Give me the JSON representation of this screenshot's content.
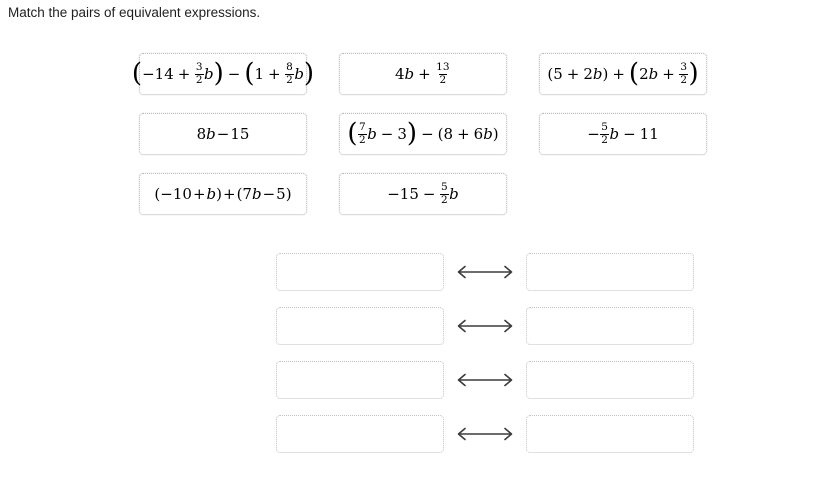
{
  "prompt": {
    "text": "Match the pairs of equivalent expressions."
  },
  "expression_tiles": {
    "rows": [
      [
        {
          "id": "tile-1",
          "plain_text": "(-14 + 3/2 b) - (1 + 8/2 b)",
          "parts": {
            "open1": "(",
            "term1": "−14",
            "op1": "+",
            "frac1_num": "3",
            "frac1_den": "2",
            "var1": "b",
            "close1": ")",
            "op2": "−",
            "open2": "(",
            "term2": "1",
            "op3": "+",
            "frac2_num": "8",
            "frac2_den": "2",
            "var2": "b",
            "close2": ")"
          }
        },
        {
          "id": "tile-2",
          "plain_text": "4b + 13/2",
          "parts": {
            "term1": "4",
            "var1": "b",
            "op1": "+",
            "frac1_num": "13",
            "frac1_den": "2"
          }
        },
        {
          "id": "tile-3",
          "plain_text": "(5 + 2b) + (2b + 3/2)",
          "parts": {
            "open1": "(",
            "term1": "5",
            "op1": "+",
            "term2": "2",
            "var1": "b",
            "close1": ")",
            "op2": "+",
            "open2": "(",
            "term3": "2",
            "var2": "b",
            "op3": "+",
            "frac1_num": "3",
            "frac1_den": "2",
            "close2": ")"
          }
        }
      ],
      [
        {
          "id": "tile-4",
          "plain_text": "8b-15",
          "parts": {
            "term1": "8",
            "var1": "b",
            "op1": "−",
            "term2": "15"
          }
        },
        {
          "id": "tile-5",
          "plain_text": "(7/2 b - 3) - (8 + 6b)",
          "parts": {
            "open1": "(",
            "frac1_num": "7",
            "frac1_den": "2",
            "var1": "b",
            "op1": "−",
            "term1": "3",
            "close1": ")",
            "op2": "−",
            "open2": "(",
            "term2": "8",
            "op3": "+",
            "term3": "6",
            "var2": "b",
            "close2": ")"
          }
        },
        {
          "id": "tile-6",
          "plain_text": "-5/2 b - 11",
          "parts": {
            "sign": "−",
            "frac1_num": "5",
            "frac1_den": "2",
            "var1": "b",
            "op1": "−",
            "term1": "11"
          }
        }
      ],
      [
        {
          "id": "tile-7",
          "plain_text": "(-10+b)+(7b-5)",
          "parts": {
            "open1": "(",
            "term1": "−10",
            "op1": "+",
            "var1": "b",
            "close1": ")",
            "op2": "+",
            "open2": "(",
            "term2": "7",
            "var2": "b",
            "op3": "−",
            "term3": "5",
            "close2": ")"
          }
        },
        {
          "id": "tile-8",
          "plain_text": "-15 - 5/2 b",
          "parts": {
            "sign": "−",
            "term1": "15",
            "op1": "−",
            "frac1_num": "5",
            "frac1_den": "2",
            "var1": "b"
          }
        },
        {
          "id": "tile-9-empty",
          "plain_text": "",
          "empty": true
        }
      ]
    ]
  },
  "match_area": {
    "arrow_icon": "double-headed-arrow-icon",
    "rows": [
      {
        "left_value": "",
        "right_value": ""
      },
      {
        "left_value": "",
        "right_value": ""
      },
      {
        "left_value": "",
        "right_value": ""
      },
      {
        "left_value": "",
        "right_value": ""
      }
    ]
  },
  "colors": {
    "background": "#ffffff",
    "text": "#1f1f1f",
    "tile_border": "#b9b9b9",
    "dropzone_border": "#c2c2c2",
    "arrow": "#3b3b3b"
  }
}
